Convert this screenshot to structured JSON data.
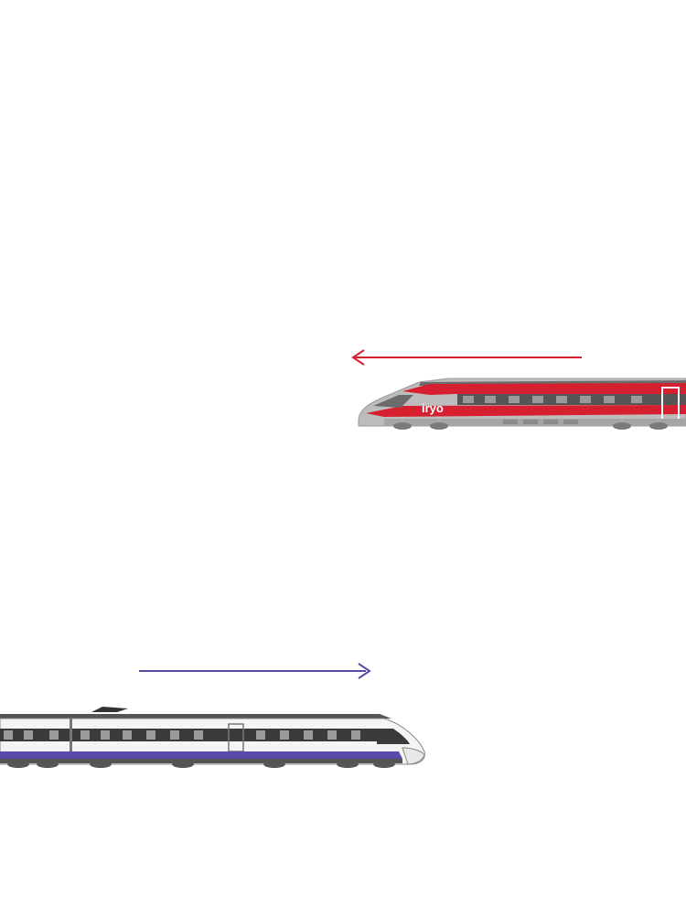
{
  "scene": {
    "background_color": "#ffffff",
    "arrow_left": {
      "direction": "left",
      "color": "#d6202f",
      "icon": "arrow-left-icon"
    },
    "arrow_right": {
      "direction": "right",
      "color": "#5a4aa8",
      "icon": "arrow-right-icon"
    },
    "train_red": {
      "livery_text": "iryo",
      "primary_color": "#d6202f",
      "body_color": "#b9b9b9",
      "window_color": "#555555",
      "heading": "left"
    },
    "train_white": {
      "primary_color": "#ffffff",
      "stripe_color": "#5a4aa8",
      "window_color": "#333333",
      "heading": "right"
    }
  }
}
